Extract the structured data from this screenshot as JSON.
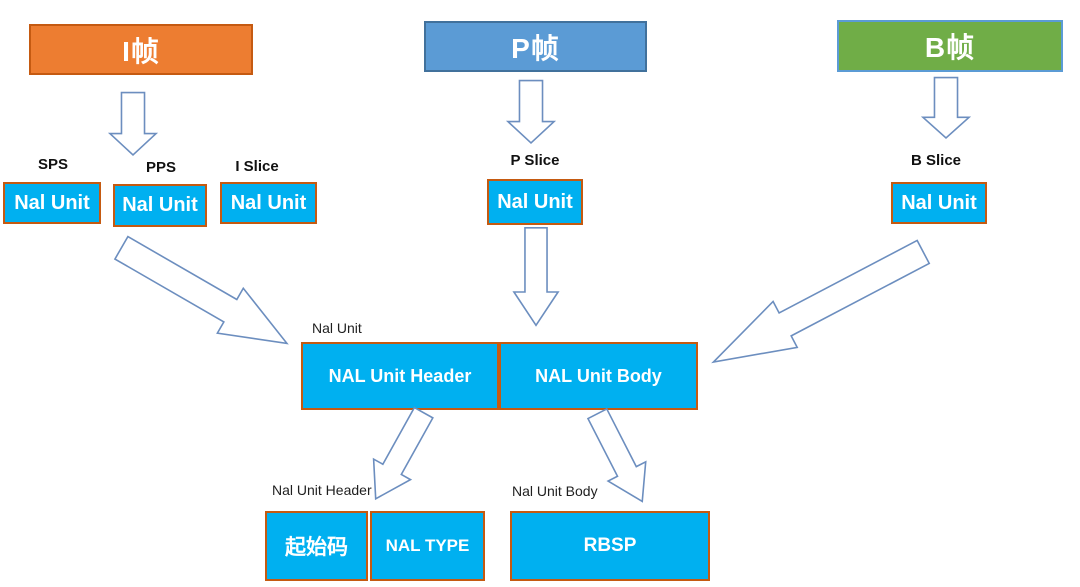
{
  "colors": {
    "i_frame_fill": "#ED7D31",
    "i_frame_border": "#C55A11",
    "p_frame_fill": "#5B9BD5",
    "p_frame_border": "#41719C",
    "b_frame_fill": "#70AD47",
    "b_frame_border": "#5B9BD5",
    "nal_fill": "#00B0F0",
    "nal_border": "#C55A11",
    "arrow_stroke": "#6C8EBF",
    "label_color": "#111111"
  },
  "top_frames": {
    "i": "I帧",
    "p": "P帧",
    "b": "B帧"
  },
  "slice_labels": {
    "sps": "SPS",
    "pps": "PPS",
    "i_slice": "I Slice",
    "p_slice": "P Slice",
    "b_slice": "B Slice"
  },
  "labels": {
    "nal_unit": "Nal Unit",
    "nal_unit_caption": "Nal Unit",
    "header_caption": "Nal Unit Header",
    "body_caption": "Nal Unit Body"
  },
  "structure": {
    "header": "NAL Unit Header",
    "body": "NAL Unit Body",
    "start_code": "起始码",
    "nal_type": "NAL TYPE",
    "rbsp": "RBSP"
  }
}
